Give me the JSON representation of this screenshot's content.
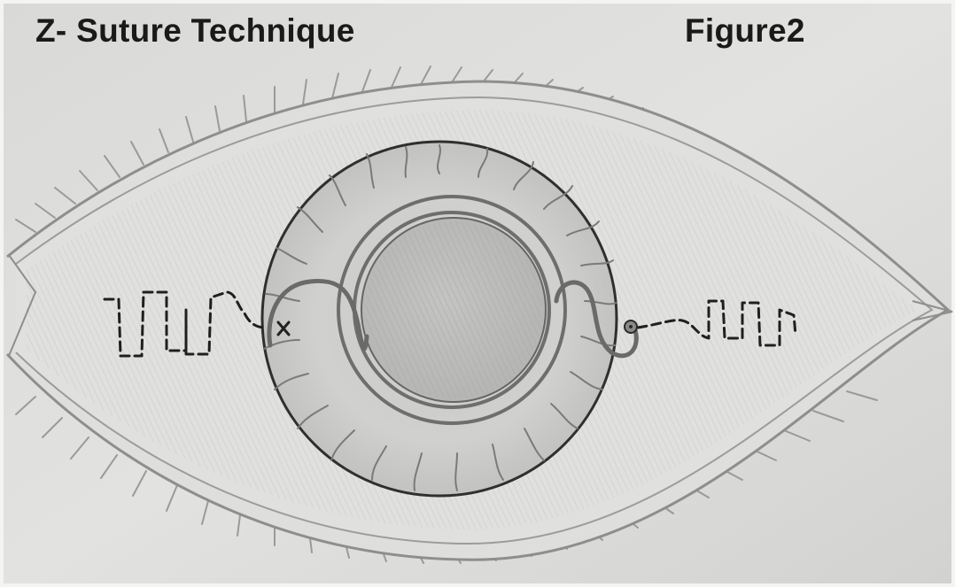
{
  "title": "Z- Suture Technique",
  "figure_label": "Figure2",
  "colors": {
    "paper": "#dcdcda",
    "pencil": "#8a8a8a",
    "iris_outline": "#3a3a3a",
    "suture": "#2a2a2a",
    "title_text": "#1a1a1a"
  },
  "icons": {
    "suture_knot_left": "x-mark",
    "suture_knot_right": "circle-dot"
  }
}
